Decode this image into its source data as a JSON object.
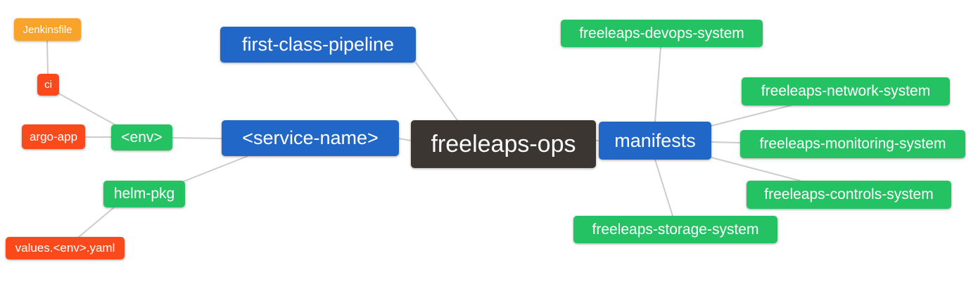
{
  "diagram": {
    "kind": "mindmap",
    "background": "#ffffff",
    "edge_color": "#cccccc",
    "palette": {
      "blue": "#2067c8",
      "green": "#25c264",
      "red": "#fa4a1c",
      "orange": "#f8a32a",
      "dark": "#3c3633",
      "text": "#ffffff"
    },
    "root_label": "freeleaps-ops"
  },
  "nodes": [
    {
      "id": "jenkinsfile",
      "label": "Jenkinsfile",
      "color": "orange"
    },
    {
      "id": "ci",
      "label": "ci",
      "color": "red"
    },
    {
      "id": "argo-app",
      "label": "argo-app",
      "color": "red"
    },
    {
      "id": "env",
      "label": "<env>",
      "color": "green"
    },
    {
      "id": "helm-pkg",
      "label": "helm-pkg",
      "color": "green"
    },
    {
      "id": "values-env-yaml",
      "label": "values.<env>.yaml",
      "color": "red"
    },
    {
      "id": "first-class-pipeline",
      "label": "first-class-pipeline",
      "color": "blue"
    },
    {
      "id": "service-name",
      "label": "<service-name>",
      "color": "blue"
    },
    {
      "id": "freeleaps-ops",
      "label": "freeleaps-ops",
      "color": "dark"
    },
    {
      "id": "manifests",
      "label": "manifests",
      "color": "blue"
    },
    {
      "id": "devops-system",
      "label": "freeleaps-devops-system",
      "color": "green"
    },
    {
      "id": "network-system",
      "label": "freeleaps-network-system",
      "color": "green"
    },
    {
      "id": "monitoring-system",
      "label": "freeleaps-monitoring-system",
      "color": "green"
    },
    {
      "id": "controls-system",
      "label": "freeleaps-controls-system",
      "color": "green"
    },
    {
      "id": "storage-system",
      "label": "freeleaps-storage-system",
      "color": "green"
    }
  ],
  "edges": [
    {
      "from": "jenkinsfile",
      "to": "ci"
    },
    {
      "from": "ci",
      "to": "env"
    },
    {
      "from": "argo-app",
      "to": "env"
    },
    {
      "from": "env",
      "to": "service-name"
    },
    {
      "from": "service-name",
      "to": "helm-pkg"
    },
    {
      "from": "helm-pkg",
      "to": "values-env-yaml"
    },
    {
      "from": "first-class-pipeline",
      "to": "freeleaps-ops"
    },
    {
      "from": "service-name",
      "to": "freeleaps-ops"
    },
    {
      "from": "freeleaps-ops",
      "to": "manifests"
    },
    {
      "from": "manifests",
      "to": "devops-system"
    },
    {
      "from": "manifests",
      "to": "network-system"
    },
    {
      "from": "manifests",
      "to": "monitoring-system"
    },
    {
      "from": "manifests",
      "to": "controls-system"
    },
    {
      "from": "manifests",
      "to": "storage-system"
    }
  ]
}
